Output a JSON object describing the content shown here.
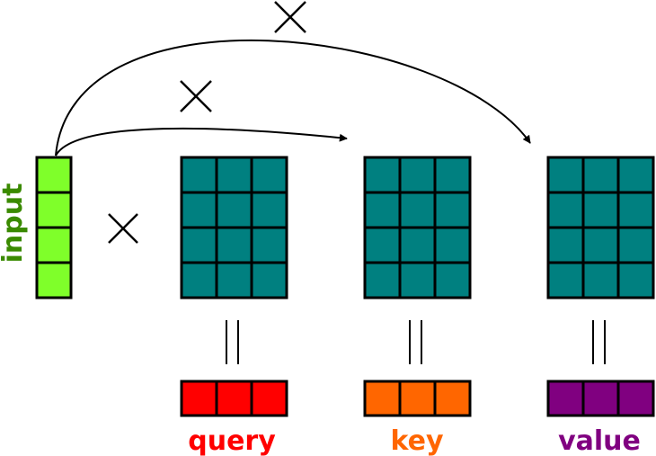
{
  "labels": {
    "input": "input",
    "query": "query",
    "key": "key",
    "value": "value"
  },
  "colors": {
    "input": "#7fff2a",
    "input_label": "#3a8a00",
    "weights": "#008080",
    "query": "#ff0000",
    "key": "#ff6600",
    "value": "#800080",
    "line": "#000000"
  },
  "structure": {
    "input_cells": 4,
    "weight_rows": 4,
    "weight_cols": 3,
    "output_cells": 3
  }
}
